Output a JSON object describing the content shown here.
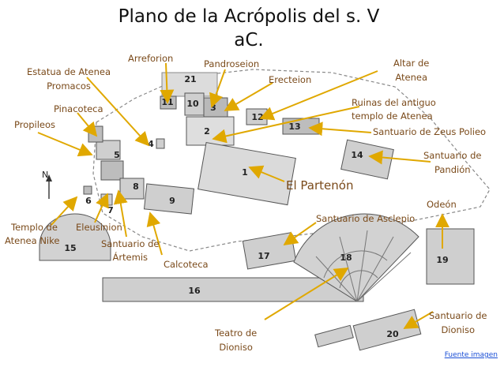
{
  "title_line1": "Plano de la Acrópolis del s. V",
  "title_line2": "aC.",
  "accent_color": "#e0a800",
  "labels": {
    "estatua1": "Estatua de Atenea",
    "estatua2": "Promacos",
    "arreforion": "Arreforion",
    "pandroseion": "Pandroseion",
    "erecteion": "Erecteion",
    "altar1": "Altar de",
    "altar2": "Atenea",
    "ruinas1": "Ruinas del antiguo",
    "ruinas2": "templo de Atenea",
    "pinacoteca": "Pinacoteca",
    "propileos": "Propileos",
    "zeus": "Santuario de Zeus Polieo",
    "pandion1": "Santuario de",
    "pandion2": "Pandión",
    "partenon": "El Partenón",
    "odeon": "Odeón",
    "asclepio": "Santuario de Asclepio",
    "nike1": "Templo de",
    "nike2": "Atenea Nike",
    "eleusinion": "Eleusinion",
    "artemis1": "Santuario de",
    "artemis2": "Ártemis",
    "calcoteca": "Calcoteca",
    "teatro1": "Teatro de",
    "teatro2": "Dioniso",
    "dioniso1": "Santuario de",
    "dioniso2": "Dioniso",
    "north": "N"
  },
  "numbers": [
    "1",
    "2",
    "3",
    "4",
    "5",
    "6",
    "7",
    "8",
    "9",
    "10",
    "11",
    "12",
    "13",
    "14",
    "15",
    "16",
    "17",
    "18",
    "19",
    "20",
    "21"
  ],
  "source_link": "Fuente imagen"
}
